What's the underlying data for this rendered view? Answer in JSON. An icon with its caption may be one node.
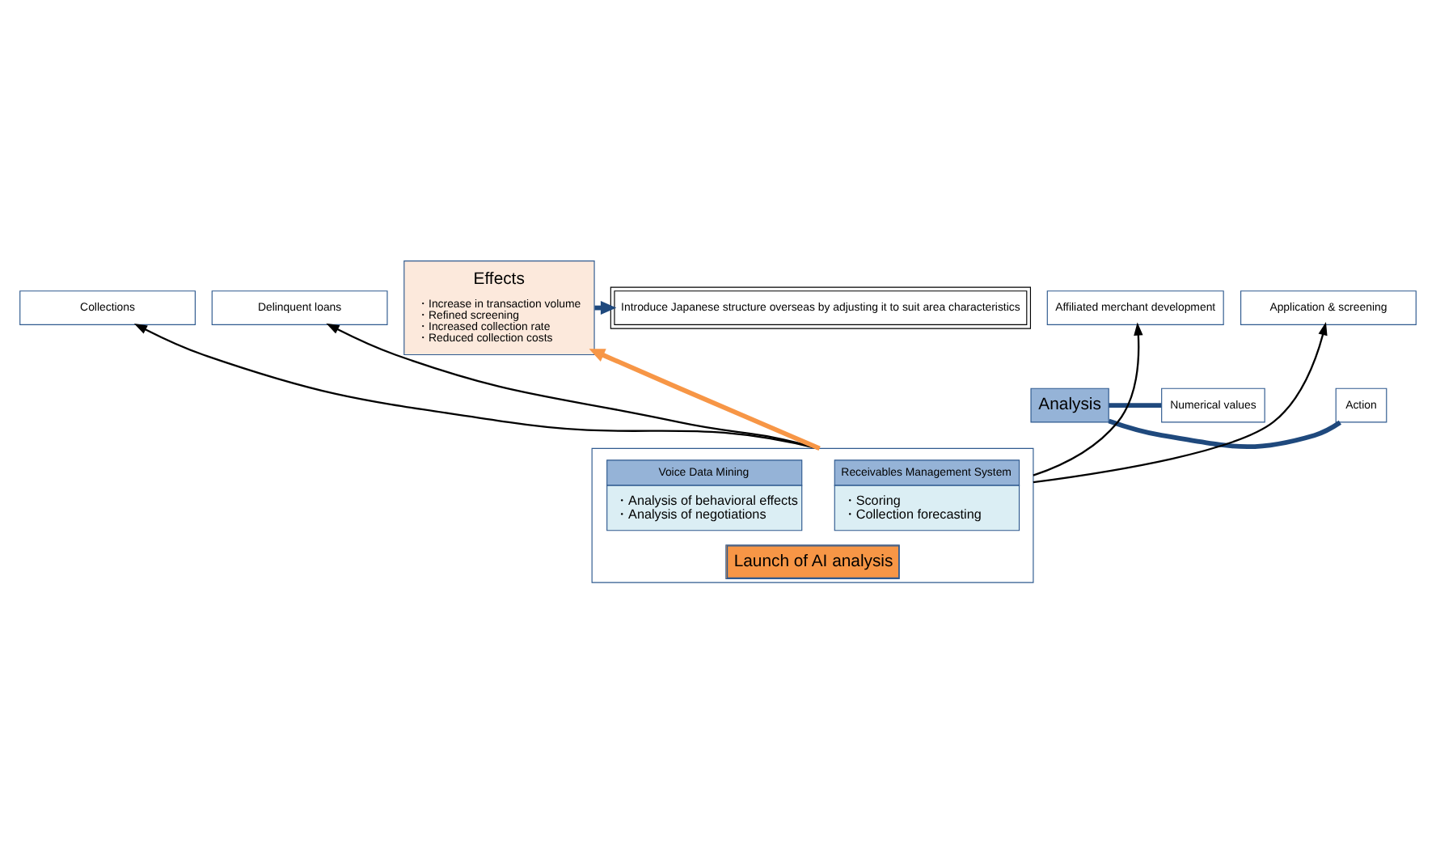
{
  "diagram": {
    "nodes": [
      {
        "text": [
          "Affiliated merchant development"
        ]
      },
      {
        "text": [
          "Application & screening"
        ]
      },
      {
        "text": [
          "Collections"
        ]
      },
      {
        "text": [
          "Delinquent loans"
        ]
      },
      {
        "text": [
          "Effects",
          "・Increase in transaction volume",
          "・Refined screening",
          "・Increased collection rate",
          "・Reduced collection costs"
        ]
      },
      {
        "text": [
          "Introduce Japanese structure overseas by adjusting it to suit area characteristics"
        ]
      },
      {
        "text": [
          "Numerical values"
        ]
      },
      {
        "text": [
          "Analysis"
        ]
      },
      {
        "text": [
          "Action"
        ]
      },
      {
        "text": [
          "Launch of AI analysis"
        ]
      },
      {
        "text": [
          "Receivables Management System",
          "・Scoring",
          "・Collection forecasting"
        ],
        "in": 9
      },
      {
        "text": [
          "Voice Data Mining",
          "・Analysis of behavioral effects",
          "・Analysis of negotiations"
        ],
        "in": 9
      }
    ],
    "edges": [
      {
        "from": 9,
        "to": 0,
        "arrow": "to"
      },
      {
        "from": 9,
        "to": 1,
        "arrow": "to"
      },
      {
        "from": 9,
        "to": 2,
        "arrow": "to"
      },
      {
        "from": 9,
        "to": 3,
        "arrow": "to"
      },
      {
        "from": 9,
        "to": 4,
        "arrow": "to",
        "style": "thick",
        "color": "#f79646"
      },
      {
        "from": 6,
        "to": 7,
        "arrow": "none",
        "style": "thick",
        "color": "#1f497d"
      },
      {
        "from": 7,
        "to": 8,
        "arrow": "none",
        "style": "thick",
        "color": "#1f497d"
      },
      {
        "from": 4,
        "to": 5,
        "arrow": "to",
        "style": "thick",
        "color": "#1f497d"
      }
    ]
  }
}
